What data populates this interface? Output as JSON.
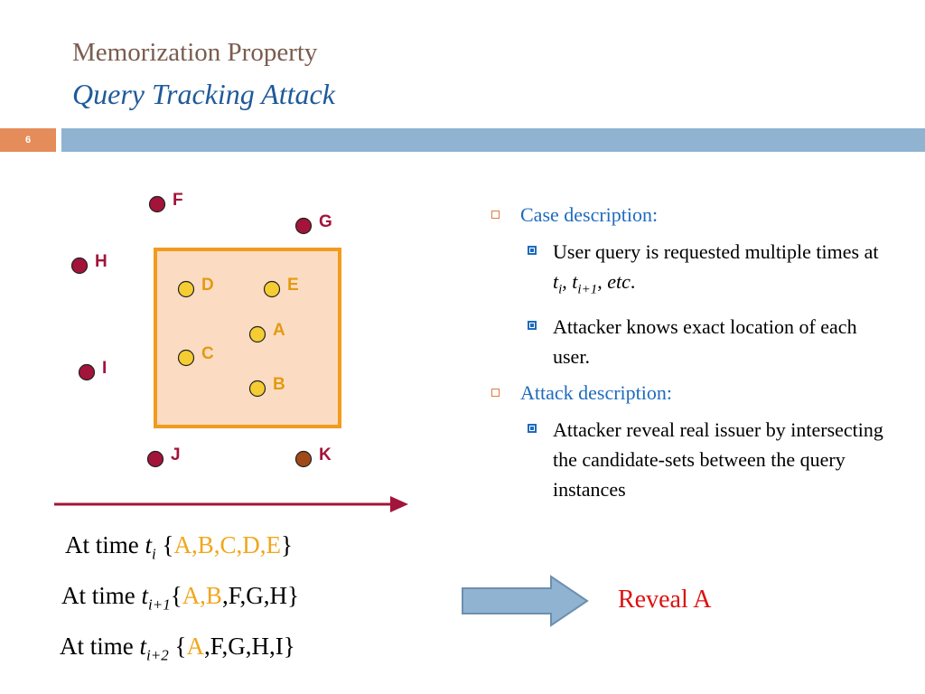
{
  "title": {
    "line1": "Memorization Property",
    "line2": "Query Tracking Attack"
  },
  "slide_number": "6",
  "diagram": {
    "points_outside": [
      {
        "label": "F"
      },
      {
        "label": "G"
      },
      {
        "label": "H"
      },
      {
        "label": "I"
      },
      {
        "label": "J"
      },
      {
        "label": "K"
      }
    ],
    "points_inside": [
      {
        "label": "D"
      },
      {
        "label": "E"
      },
      {
        "label": "A"
      },
      {
        "label": "C"
      },
      {
        "label": "B"
      }
    ],
    "colors": {
      "outside_point": "#a3143a",
      "outside_point_k": "#a04a1a",
      "inside_point": "#f5cd33",
      "box_fill": "#fbdcc3",
      "box_border": "#f29b1c",
      "arrow": "#a3143a"
    }
  },
  "bullets": {
    "case_heading": "Case description:",
    "case_item1_a": "User query is requested multiple times at ",
    "case_item1_t1": "t",
    "case_item1_s1": "i",
    "case_item1_t2": "t",
    "case_item1_s2": "i+1",
    "case_item1_etc": "etc",
    "case_item2": "Attacker knows exact location of  each user.",
    "attack_heading": "Attack description:",
    "attack_item1": "Attacker reveal real issuer by intersecting the candidate-sets between the query instances"
  },
  "times": [
    {
      "prefix": "At time ",
      "t": "t",
      "sub": "i",
      "open": " {",
      "highlight": "A,B,C,D,E",
      "rest": "",
      "close": "}"
    },
    {
      "prefix": "At time ",
      "t": "t",
      "sub": "i+1",
      "open": "{",
      "highlight": "A,B",
      "rest": ",F,G,H",
      "close": "}"
    },
    {
      "prefix": "At time ",
      "t": "t",
      "sub": "i+2",
      "open": " {",
      "highlight": "A",
      "rest": ",F,G,H,I",
      "close": "}"
    }
  ],
  "arrow_shape_color": "#8fb3d1",
  "reveal": "Reveal A"
}
